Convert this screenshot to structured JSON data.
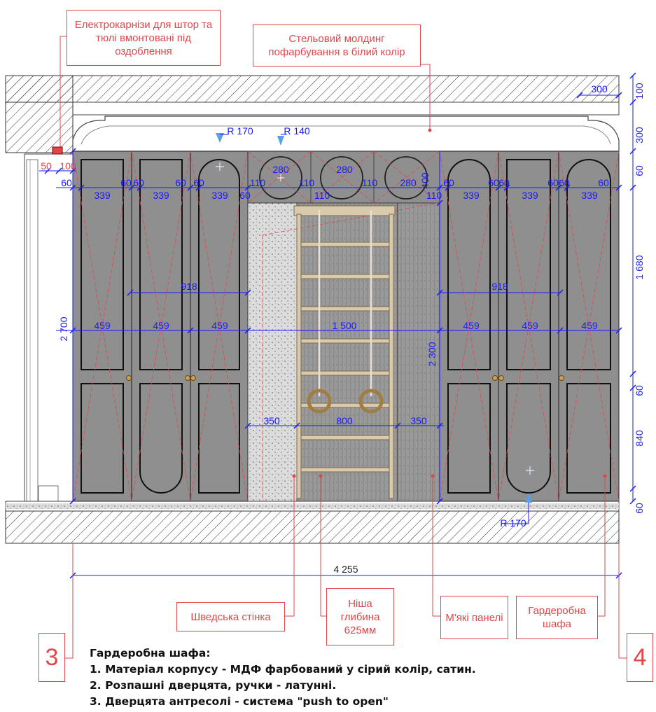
{
  "callouts": {
    "curtain": "Електрокарнізи для штор та тюлі вмонтовані під оздоблення",
    "molding": "Стельовий молдинг пофарбування в білий колір",
    "swedish": "Шведська стінка",
    "niche": "Ніша глибина 625мм",
    "soft": "М'які панелі",
    "wardrobe": "Гардеробна шафа"
  },
  "markers": {
    "left": "3",
    "right": "4"
  },
  "notes": {
    "title": "Гардеробна шафа:",
    "items": [
      "1. Матеріал корпусу - МДФ фарбований у сірий колір, сатин.",
      "2. Розпашні дверцята, ручки - латунні.",
      "3. Дверцята антресолі - система \"push to open\""
    ]
  },
  "dimensions": {
    "r170_top": "R 170",
    "r140": "R 140",
    "r170_bottom": "R 170",
    "d50": "50",
    "d100_left": "100",
    "top_300": "300",
    "right_100": "100",
    "right_300": "300",
    "right_60a": "60",
    "right_1680": "1 680",
    "right_60b": "60",
    "right_840": "840",
    "right_60c": "60",
    "left_2700": "2 700",
    "h2300": "2 300",
    "h400": "400",
    "w339": "339",
    "w60": "60",
    "w280": "280",
    "w110": "110",
    "w918": "918",
    "w459": "459",
    "w1500": "1 500",
    "w350": "350",
    "w800": "800",
    "w4255": "4 255"
  },
  "colors": {
    "panel": "#8f8f8f",
    "wall": "#a9a9a9",
    "dim": "#1a1aff",
    "red": "#e0474c",
    "brass": "#c8a060",
    "ladder": "#d9c9ad"
  }
}
